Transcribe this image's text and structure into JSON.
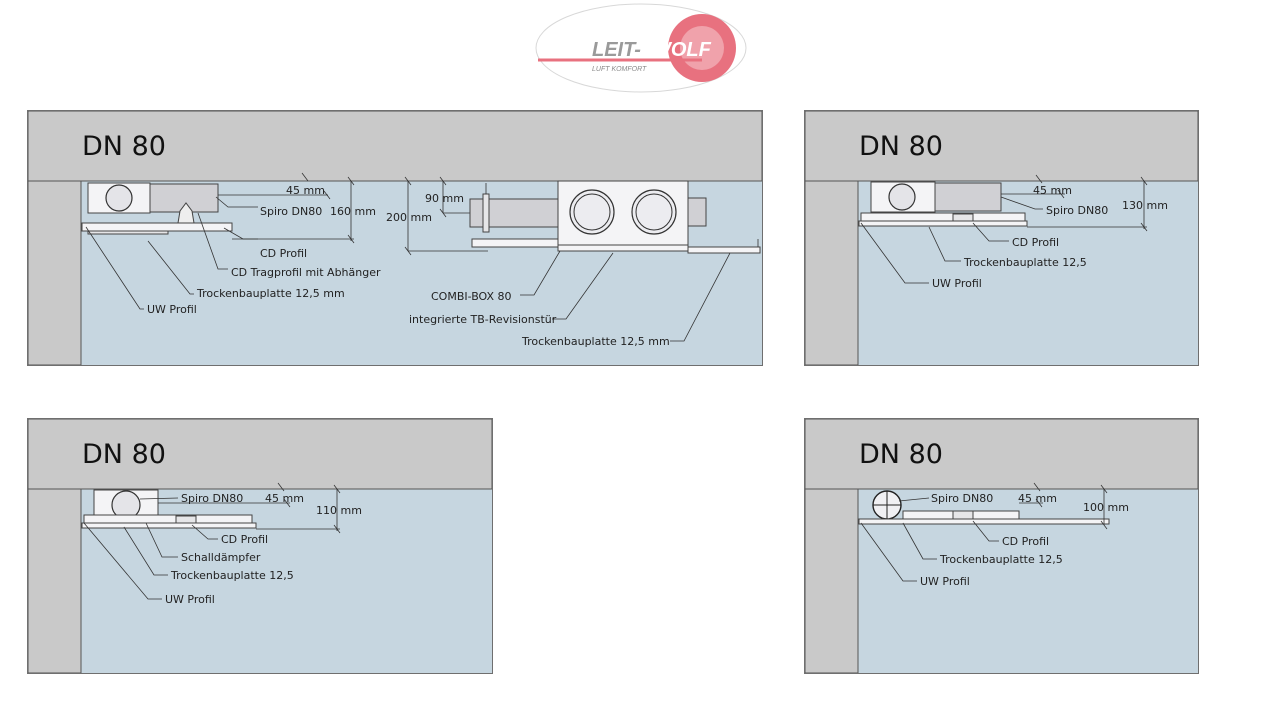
{
  "logo": {
    "brand_left": "LEIT-",
    "brand_right": "WOLF",
    "tagline": "LUFT KOMFORT",
    "accent": "#e8717f"
  },
  "colors": {
    "ceiling": "#c9c9c9",
    "room": "#c6d6e0"
  },
  "panels": [
    {
      "id": "main",
      "title": "DN 80",
      "labels": {
        "spiro": "Spiro DN80",
        "cd_profil": "CD Profil",
        "cd_trag": "CD Tragprofil mit Abhänger",
        "trocken": "Trockenbauplatte 12,5 mm",
        "uw": "UW Profil",
        "combi": "COMBI-BOX 80",
        "tb_tuer": "integrierte TB-Revisionstür",
        "trocken2": "Trockenbauplatte 12,5 mm"
      },
      "dims": {
        "d45": "45 mm",
        "d160": "160 mm",
        "d90": "90 mm",
        "d200": "200 mm"
      }
    },
    {
      "id": "top-right",
      "title": "DN 80",
      "labels": {
        "spiro": "Spiro DN80",
        "cd_profil": "CD Profil",
        "trocken": "Trockenbauplatte 12,5",
        "uw": "UW Profil"
      },
      "dims": {
        "d45": "45 mm",
        "d130": "130 mm"
      }
    },
    {
      "id": "bottom-left",
      "title": "DN 80",
      "labels": {
        "spiro": "Spiro DN80",
        "cd_profil": "CD Profil",
        "schall": "Schalldämpfer",
        "trocken": "Trockenbauplatte 12,5",
        "uw": "UW Profil"
      },
      "dims": {
        "d45": "45 mm",
        "d110": "110 mm"
      }
    },
    {
      "id": "bottom-right",
      "title": "DN 80",
      "labels": {
        "spiro": "Spiro DN80",
        "cd_profil": "CD Profil",
        "trocken": "Trockenbauplatte 12,5",
        "uw": "UW Profil"
      },
      "dims": {
        "d45": "45 mm",
        "d100": "100 mm"
      }
    }
  ]
}
